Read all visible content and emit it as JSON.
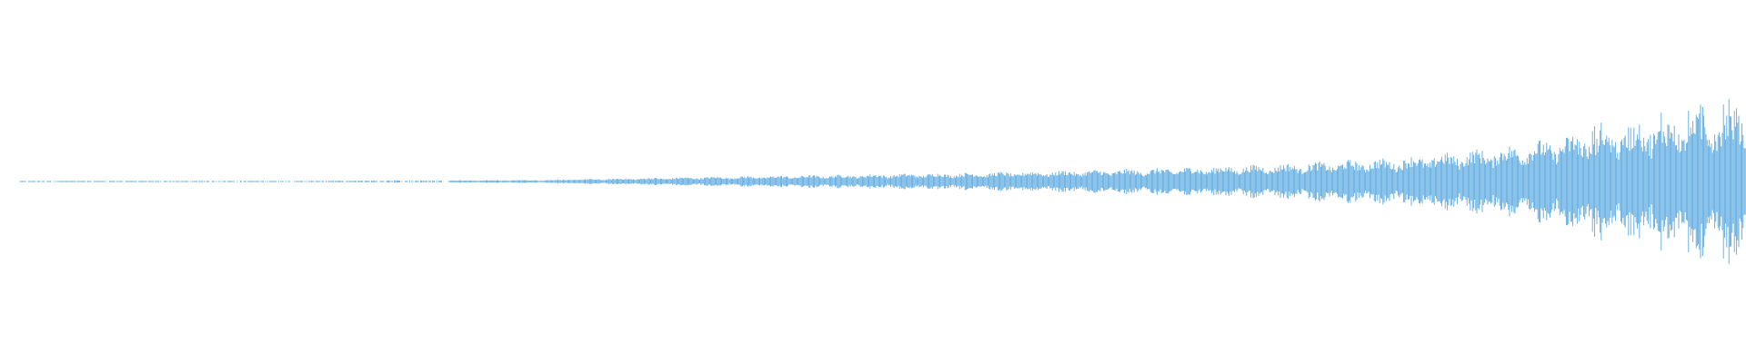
{
  "waveform": {
    "color": "#5ba9e0",
    "background": "#ffffff",
    "amplitude_profile": {
      "description_points": [
        {
          "t": 0.0,
          "amp": 0.004
        },
        {
          "t": 0.15,
          "amp": 0.004
        },
        {
          "t": 0.3,
          "amp": 0.01
        },
        {
          "t": 0.4,
          "amp": 0.03
        },
        {
          "t": 0.55,
          "amp": 0.055
        },
        {
          "t": 0.65,
          "amp": 0.08
        },
        {
          "t": 0.72,
          "amp": 0.105
        },
        {
          "t": 0.8,
          "amp": 0.15
        },
        {
          "t": 0.86,
          "amp": 0.22
        },
        {
          "t": 0.92,
          "amp": 0.33
        },
        {
          "t": 0.96,
          "amp": 0.4
        },
        {
          "t": 1.0,
          "amp": 0.47
        }
      ]
    }
  }
}
